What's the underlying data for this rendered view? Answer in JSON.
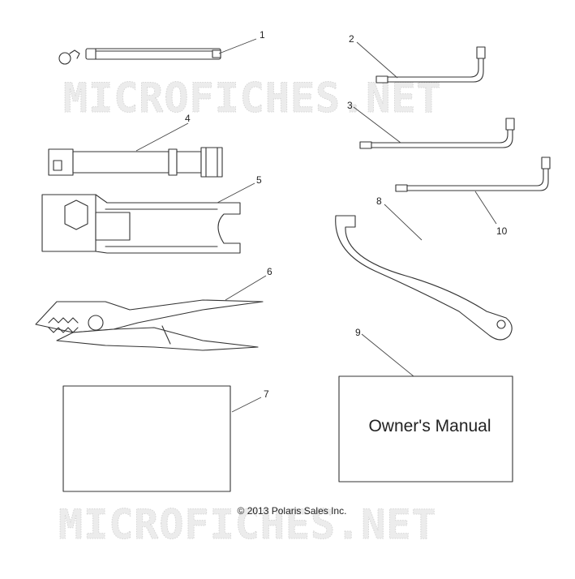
{
  "watermark": "MICROFICHES.NET",
  "copyright": "© 2013 Polaris Sales Inc.",
  "manual_label": "Owner's Manual",
  "callouts": [
    "1",
    "2",
    "3",
    "4",
    "5",
    "6",
    "7",
    "8",
    "9",
    "10"
  ]
}
